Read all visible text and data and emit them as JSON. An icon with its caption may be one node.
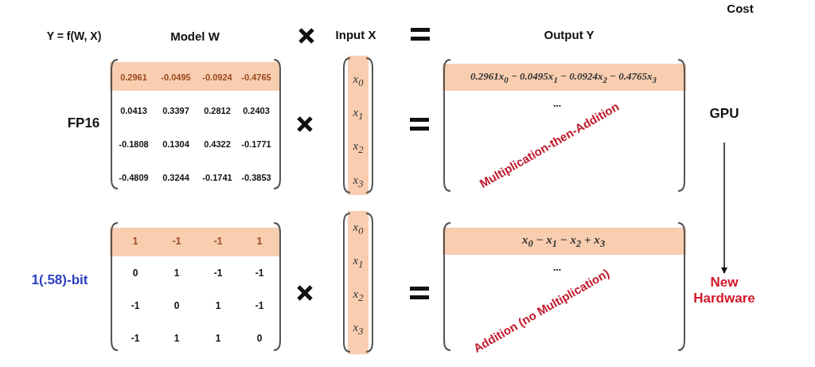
{
  "diagram": {
    "nodes": [
      {
        "text": [
          "GPU"
        ]
      },
      {
        "text": [
          "New Hardware"
        ]
      }
    ],
    "edges": [
      {
        "from": 0,
        "to": 1,
        "arrow": "to"
      }
    ],
    "labels": [
      "Cost",
      "Y = f(W, X)",
      "Model W",
      "Input X",
      "Output Y",
      "FP16",
      "0.2961",
      "-0.0495",
      "-0.0924",
      "-0.4765",
      "0.0413",
      "0.3397",
      "0.2812",
      "0.2403",
      "-0.1808",
      "0.1304",
      "0.4322",
      "-0.1771",
      "-0.4809",
      "0.3244",
      "-0.1741",
      "-0.3853",
      "x$_{0}$",
      "x$_{1}$",
      "x$_{2}$",
      "x$_{3}$",
      "0.2961x$_{0}$ − 0.0495x$_{1}$ − 0.0924x$_{2}$ − 0.4765x$_{3}$",
      "...",
      "Multiplication-then-Addition",
      "1(.58)-bit",
      "1",
      "-1",
      "-1",
      "1",
      "0",
      "1",
      "-1",
      "-1",
      "-1",
      "0",
      "1",
      "-1",
      "-1",
      "1",
      "1",
      "0",
      "x$_{0}$",
      "x$_{1}$",
      "x$_{2}$",
      "x$_{3}$",
      "x$_{0}$ − x$_{1}$ − x$_{2}$ + x$_{3}$",
      "...",
      "Addition (no Multiplication)"
    ]
  }
}
